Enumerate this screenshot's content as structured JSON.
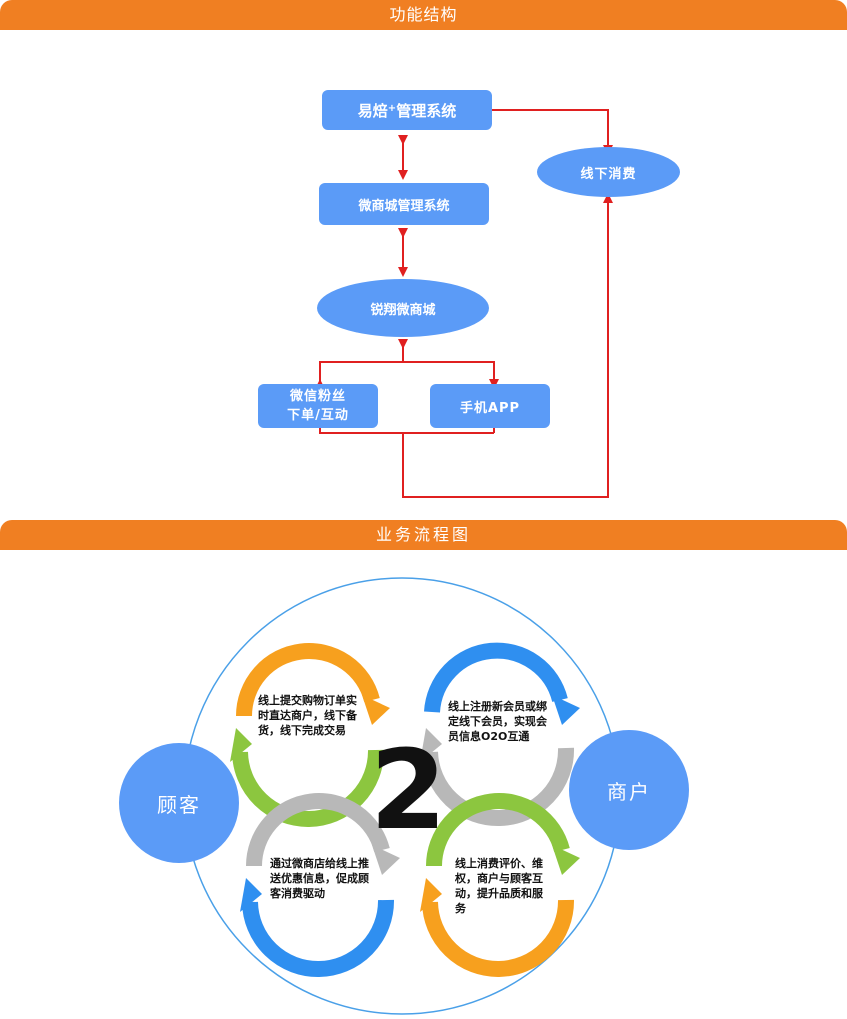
{
  "section1": {
    "title": "功能结构",
    "box_yihe": {
      "text": "易焙",
      "sup": "+",
      "suffix": "管理系统"
    },
    "box_weishang": "微商城管理系统",
    "ellipse_ruixiang": "锐翔微商城",
    "ellipse_xiaxia": "线下消费",
    "box_fensi_line1": "微信粉丝",
    "box_fensi_line2": "下单/互动",
    "box_app": "手机APP"
  },
  "section2": {
    "title": "业务流程图",
    "customer": "顾客",
    "merchant": "商户",
    "center_number": "2",
    "cycle_tl": "线上提交购物订单实时直达商户，线下备货，线下完成交易",
    "cycle_tr": "线上注册新会员或绑定线下会员，实现会员信息O2O互通",
    "cycle_bl": "通过微商店给线上推送优惠信息，促成顾客消费驱动",
    "cycle_br": "线上消费评价、维权，商户与顾客互动，提升品质和服务"
  },
  "colors": {
    "banner": "#f07f22",
    "box": "#5b9bf7",
    "arrow": "#e02020",
    "orange": "#f7a01e",
    "green": "#8cc63f",
    "blue": "#2f8ff0",
    "gray": "#b8b8b8"
  }
}
